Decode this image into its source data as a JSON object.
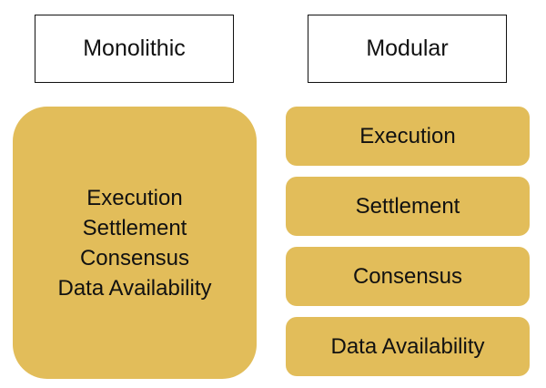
{
  "monolithic": {
    "title": "Monolithic",
    "layers": [
      "Execution",
      "Settlement",
      "Consensus",
      "Data Availability"
    ]
  },
  "modular": {
    "title": "Modular",
    "layers": [
      "Execution",
      "Settlement",
      "Consensus",
      "Data Availability"
    ]
  },
  "colors": {
    "block_fill": "#e2bd5a",
    "header_border": "#111111",
    "text": "#111111",
    "background": "#ffffff"
  }
}
